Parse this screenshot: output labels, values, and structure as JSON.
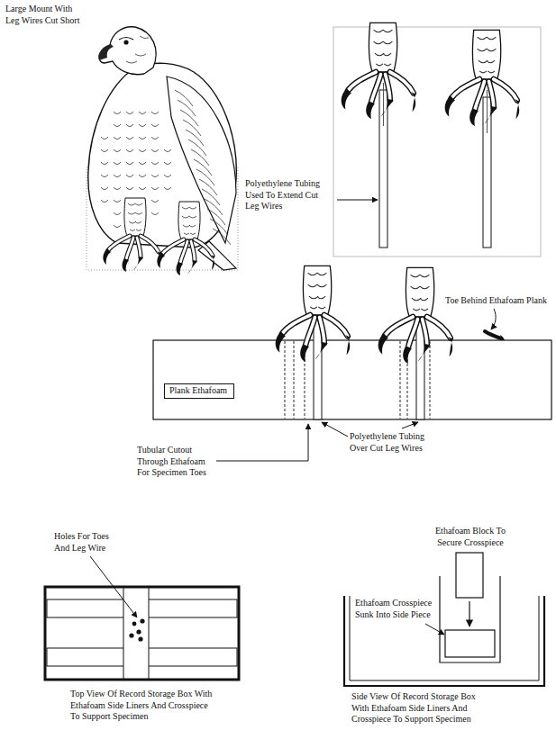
{
  "diagram": {
    "nodes": [
      {
        "text": [
          "Plank Ethafoam"
        ]
      }
    ],
    "labels": [
      "Large Mount With Leg Wires Cut Short",
      "Polyethylene Tubing Used To Extend Cut Leg Wires",
      "Toe Behind Ethafoam Plank",
      "Tubular Cutout Through Ethafoam For Specimen Toes",
      "Polyethylene Tubing Over Cut Leg Wires",
      "Holes For Toes And Leg Wire",
      "Ethafoam Block To Secure Crosspiece",
      "Ethafoam Crosspiece Sunk Into Side Piece",
      "Top View Of Record Storage Box With Ethafoam Side Liners And Crosspiece To Support Specimen",
      "Side View Of Record Storage Box With Ethafoam Side Liners And Crosspiece To Support Specimen"
    ]
  }
}
